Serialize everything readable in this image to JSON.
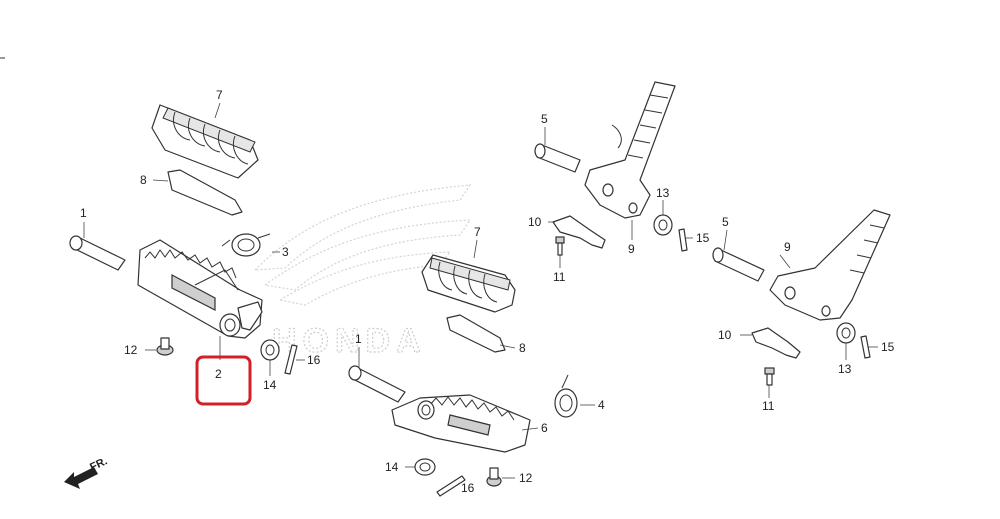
{
  "callouts": {
    "c1a": "1",
    "c1b": "1",
    "c2": "2",
    "c3": "3",
    "c4": "4",
    "c5a": "5",
    "c5b": "5",
    "c6": "6",
    "c7a": "7",
    "c7b": "7",
    "c8a": "8",
    "c8b": "8",
    "c9a": "9",
    "c9b": "9",
    "c10a": "10",
    "c10b": "10",
    "c11a": "11",
    "c11b": "11",
    "c12a": "12",
    "c12b": "12",
    "c13a": "13",
    "c13b": "13",
    "c14a": "14",
    "c14b": "14",
    "c15a": "15",
    "c15b": "15",
    "c16a": "16",
    "c16b": "16"
  },
  "direction_label": "FR.",
  "watermark": "HONDA",
  "highlight": {
    "part": "2",
    "color": "#d0202a"
  }
}
